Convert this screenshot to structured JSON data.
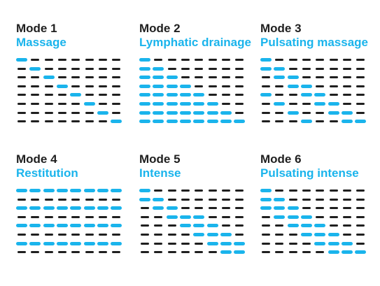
{
  "colors": {
    "active": "#1ab4ec",
    "inactive": "#1f1f1f",
    "title": "#1f1f1f",
    "subtitle": "#1ab4ec"
  },
  "modes": [
    {
      "title": "Mode 1",
      "subtitle": "Massage",
      "rows": [
        [
          1,
          0,
          0,
          0,
          0,
          0,
          0,
          0
        ],
        [
          0,
          1,
          0,
          0,
          0,
          0,
          0,
          0
        ],
        [
          0,
          0,
          1,
          0,
          0,
          0,
          0,
          0
        ],
        [
          0,
          0,
          0,
          1,
          0,
          0,
          0,
          0
        ],
        [
          0,
          0,
          0,
          0,
          1,
          0,
          0,
          0
        ],
        [
          0,
          0,
          0,
          0,
          0,
          1,
          0,
          0
        ],
        [
          0,
          0,
          0,
          0,
          0,
          0,
          1,
          0
        ],
        [
          0,
          0,
          0,
          0,
          0,
          0,
          0,
          1
        ]
      ]
    },
    {
      "title": "Mode 2",
      "subtitle": "Lymphatic drainage",
      "rows": [
        [
          1,
          0,
          0,
          0,
          0,
          0,
          0,
          0
        ],
        [
          1,
          1,
          0,
          0,
          0,
          0,
          0,
          0
        ],
        [
          1,
          1,
          1,
          0,
          0,
          0,
          0,
          0
        ],
        [
          1,
          1,
          1,
          1,
          0,
          0,
          0,
          0
        ],
        [
          1,
          1,
          1,
          1,
          1,
          0,
          0,
          0
        ],
        [
          1,
          1,
          1,
          1,
          1,
          1,
          0,
          0
        ],
        [
          1,
          1,
          1,
          1,
          1,
          1,
          1,
          0
        ],
        [
          1,
          1,
          1,
          1,
          1,
          1,
          1,
          1
        ]
      ]
    },
    {
      "title": "Mode 3",
      "subtitle": "Pulsating massage",
      "rows": [
        [
          1,
          0,
          0,
          0,
          0,
          0,
          0,
          0
        ],
        [
          1,
          1,
          0,
          0,
          0,
          0,
          0,
          0
        ],
        [
          0,
          1,
          1,
          0,
          0,
          0,
          0,
          0
        ],
        [
          0,
          0,
          1,
          1,
          0,
          0,
          0,
          0
        ],
        [
          1,
          0,
          0,
          1,
          1,
          0,
          0,
          0
        ],
        [
          0,
          1,
          0,
          0,
          1,
          1,
          0,
          0
        ],
        [
          0,
          0,
          1,
          0,
          0,
          1,
          1,
          0
        ],
        [
          0,
          0,
          0,
          1,
          0,
          0,
          1,
          1
        ]
      ]
    },
    {
      "title": "Mode 4",
      "subtitle": "Restitution",
      "rows": [
        [
          1,
          1,
          1,
          1,
          1,
          1,
          1,
          1
        ],
        [
          0,
          0,
          0,
          0,
          0,
          0,
          0,
          0
        ],
        [
          1,
          1,
          1,
          1,
          1,
          1,
          1,
          1
        ],
        [
          0,
          0,
          0,
          0,
          0,
          0,
          0,
          0
        ],
        [
          1,
          1,
          1,
          1,
          1,
          1,
          1,
          1
        ],
        [
          0,
          0,
          0,
          0,
          0,
          0,
          0,
          0
        ],
        [
          1,
          1,
          1,
          1,
          1,
          1,
          1,
          1
        ],
        [
          0,
          0,
          0,
          0,
          0,
          0,
          0,
          0
        ]
      ]
    },
    {
      "title": "Mode 5",
      "subtitle": "Intense",
      "rows": [
        [
          1,
          0,
          0,
          0,
          0,
          0,
          0,
          0
        ],
        [
          1,
          1,
          0,
          0,
          0,
          0,
          0,
          0
        ],
        [
          0,
          1,
          1,
          0,
          0,
          0,
          0,
          0
        ],
        [
          0,
          0,
          1,
          1,
          1,
          0,
          0,
          0
        ],
        [
          0,
          0,
          0,
          1,
          1,
          1,
          0,
          0
        ],
        [
          0,
          0,
          0,
          0,
          1,
          1,
          1,
          0
        ],
        [
          0,
          0,
          0,
          0,
          0,
          1,
          1,
          1
        ],
        [
          0,
          0,
          0,
          0,
          0,
          0,
          1,
          1
        ]
      ]
    },
    {
      "title": "Mode 6",
      "subtitle": "Pulsating  intense",
      "rows": [
        [
          1,
          0,
          0,
          0,
          0,
          0,
          0,
          0
        ],
        [
          1,
          1,
          0,
          0,
          0,
          0,
          0,
          0
        ],
        [
          1,
          1,
          1,
          0,
          0,
          0,
          0,
          0
        ],
        [
          0,
          1,
          1,
          1,
          0,
          0,
          0,
          0
        ],
        [
          0,
          0,
          1,
          1,
          1,
          0,
          0,
          0
        ],
        [
          0,
          0,
          0,
          1,
          1,
          1,
          0,
          0
        ],
        [
          0,
          0,
          0,
          0,
          1,
          1,
          1,
          0
        ],
        [
          0,
          0,
          0,
          0,
          0,
          1,
          1,
          1
        ]
      ]
    }
  ]
}
